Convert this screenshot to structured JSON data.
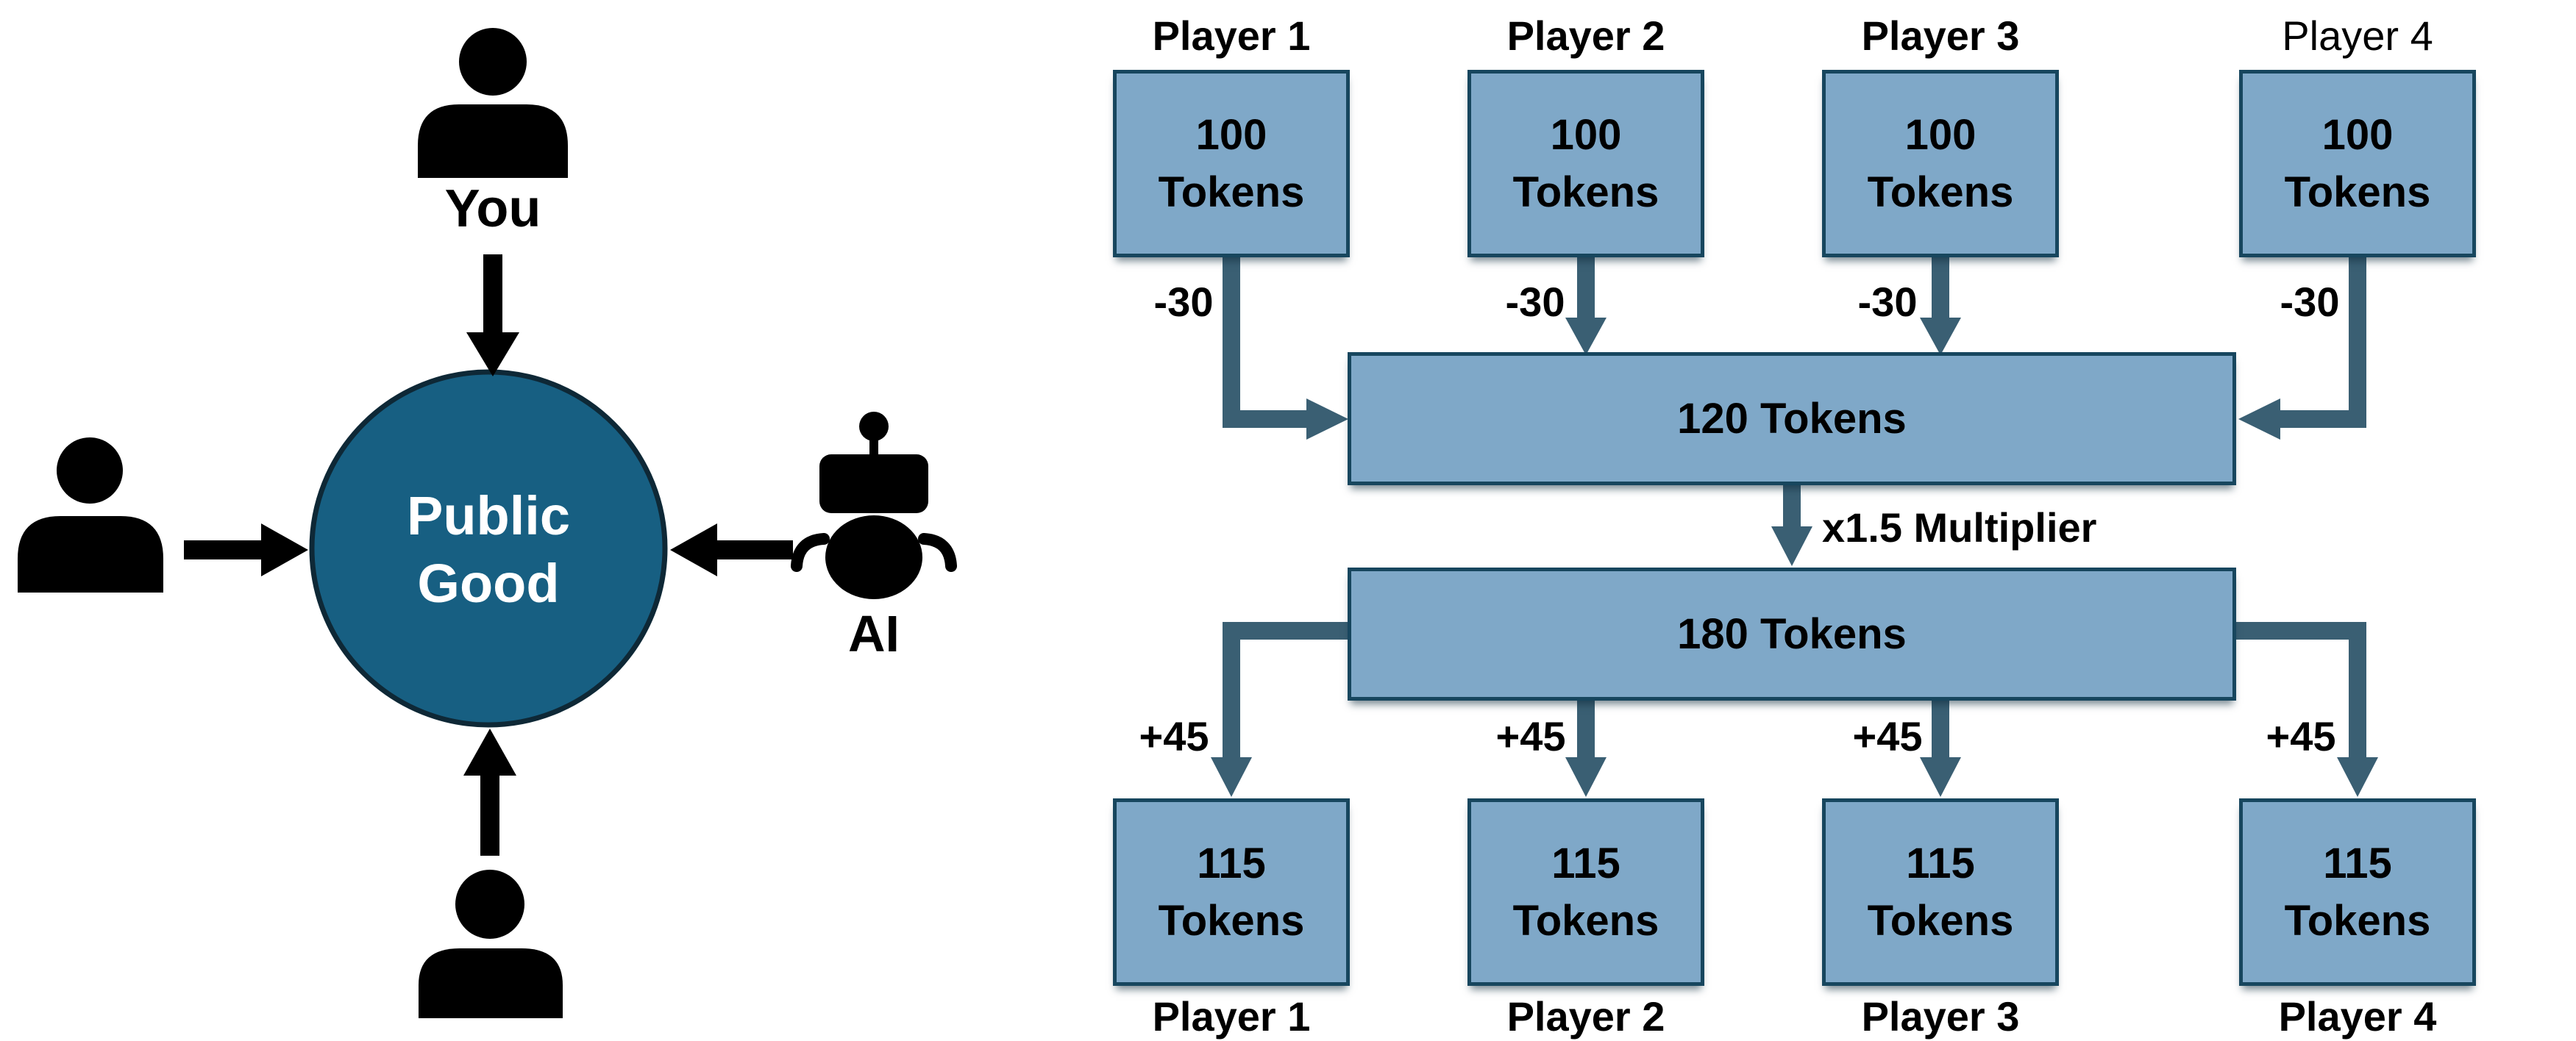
{
  "left_diagram": {
    "circle_label_line1": "Public",
    "circle_label_line2": "Good",
    "top_person_label": "You",
    "robot_label": "AI",
    "icons": {
      "top": "person-icon",
      "left": "person-icon",
      "bottom": "person-icon",
      "right": "robot-icon"
    },
    "colors": {
      "circle_fill": "#175f82",
      "circle_border": "#0e2836",
      "icon": "#000000",
      "circle_text": "#ffffff"
    }
  },
  "right_diagram": {
    "top_row": [
      {
        "player": "Player 1",
        "amount": "100",
        "unit": "Tokens",
        "delta": "-30"
      },
      {
        "player": "Player 2",
        "amount": "100",
        "unit": "Tokens",
        "delta": "-30"
      },
      {
        "player": "Player 3",
        "amount": "100",
        "unit": "Tokens",
        "delta": "-30"
      },
      {
        "player": "Player 4",
        "amount": "100",
        "unit": "Tokens",
        "delta": "-30"
      }
    ],
    "pool_in_label": "120 Tokens",
    "multiplier_label": "x1.5 Multiplier",
    "pool_out_label": "180 Tokens",
    "bottom_row": [
      {
        "player": "Player 1",
        "amount": "115",
        "unit": "Tokens",
        "delta": "+45"
      },
      {
        "player": "Player 2",
        "amount": "115",
        "unit": "Tokens",
        "delta": "+45"
      },
      {
        "player": "Player 3",
        "amount": "115",
        "unit": "Tokens",
        "delta": "+45"
      },
      {
        "player": "Player 4",
        "amount": "115",
        "unit": "Tokens",
        "delta": "+45"
      }
    ],
    "colors": {
      "box_fill": "#7fa8c8",
      "box_border": "#17465e",
      "arrow": "#3a5f73",
      "text": "#000000"
    }
  }
}
